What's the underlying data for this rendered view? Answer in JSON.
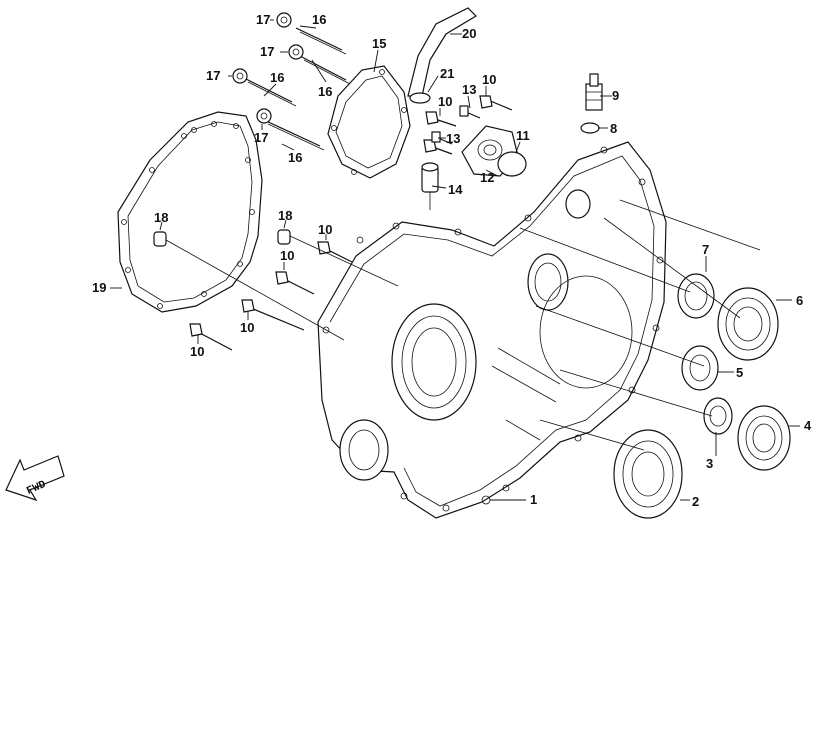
{
  "callouts": [
    {
      "id": "c1",
      "text": "1"
    },
    {
      "id": "c2",
      "text": "2"
    },
    {
      "id": "c3",
      "text": "3"
    },
    {
      "id": "c4",
      "text": "4"
    },
    {
      "id": "c5",
      "text": "5"
    },
    {
      "id": "c6",
      "text": "6"
    },
    {
      "id": "c7",
      "text": "7"
    },
    {
      "id": "c8",
      "text": "8"
    },
    {
      "id": "c9",
      "text": "9"
    },
    {
      "id": "c10a",
      "text": "10"
    },
    {
      "id": "c10b",
      "text": "10"
    },
    {
      "id": "c10c",
      "text": "10"
    },
    {
      "id": "c10d",
      "text": "10"
    },
    {
      "id": "c10e",
      "text": "10"
    },
    {
      "id": "c10f",
      "text": "10"
    },
    {
      "id": "c11",
      "text": "11"
    },
    {
      "id": "c12",
      "text": "12"
    },
    {
      "id": "c13a",
      "text": "13"
    },
    {
      "id": "c13b",
      "text": "13"
    },
    {
      "id": "c14",
      "text": "14"
    },
    {
      "id": "c15",
      "text": "15"
    },
    {
      "id": "c16a",
      "text": "16"
    },
    {
      "id": "c16b",
      "text": "16"
    },
    {
      "id": "c16c",
      "text": "16"
    },
    {
      "id": "c16d",
      "text": "16"
    },
    {
      "id": "c17a",
      "text": "17"
    },
    {
      "id": "c17b",
      "text": "17"
    },
    {
      "id": "c17c",
      "text": "17"
    },
    {
      "id": "c17d",
      "text": "17"
    },
    {
      "id": "c18a",
      "text": "18"
    },
    {
      "id": "c18b",
      "text": "18"
    },
    {
      "id": "c19",
      "text": "19"
    },
    {
      "id": "c20",
      "text": "20"
    },
    {
      "id": "c21",
      "text": "21"
    }
  ],
  "fwd": {
    "text": "FWD"
  }
}
